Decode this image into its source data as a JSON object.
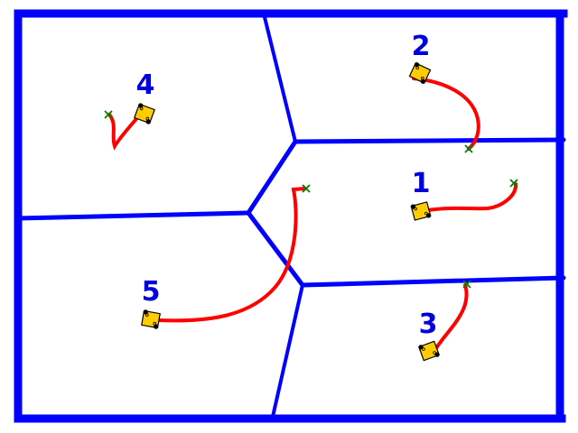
{
  "colors": {
    "background": "#ffffff",
    "wall": "#0000ff",
    "path": "#ff0000",
    "goal_marker": "#008000",
    "robot_body": "#ffcc00",
    "robot_outline": "#000000",
    "label": "#0000dd"
  },
  "robots": [
    {
      "id": "1",
      "label": "1",
      "icon": "robot-icon",
      "goal_icon": "goal-x-icon"
    },
    {
      "id": "2",
      "label": "2",
      "icon": "robot-icon",
      "goal_icon": "goal-x-icon"
    },
    {
      "id": "3",
      "label": "3",
      "icon": "robot-icon",
      "goal_icon": "goal-x-icon"
    },
    {
      "id": "4",
      "label": "4",
      "icon": "robot-icon",
      "goal_icon": "goal-x-icon"
    },
    {
      "id": "5",
      "label": "5",
      "icon": "robot-icon",
      "goal_icon": "goal-x-icon"
    }
  ]
}
